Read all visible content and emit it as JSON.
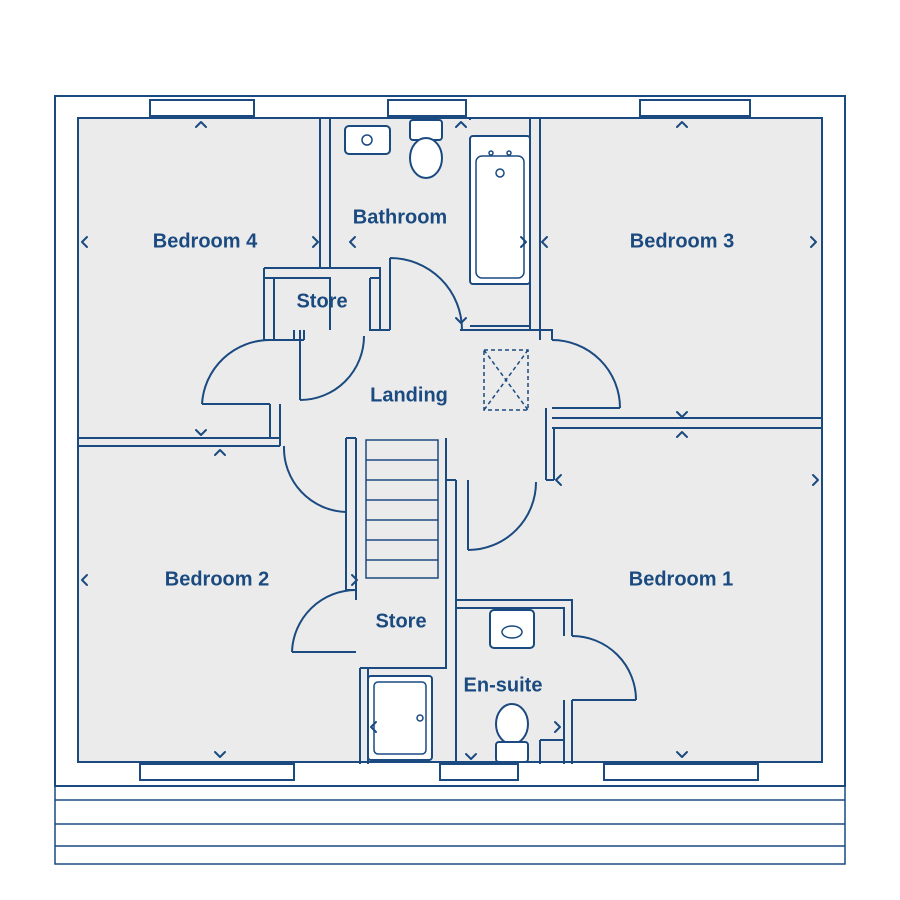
{
  "colors": {
    "line": "#1a4a80",
    "floor": "#ebebeb",
    "background": "#ffffff"
  },
  "rooms": {
    "bedroom4": "Bedroom 4",
    "bathroom": "Bathroom",
    "bedroom3": "Bedroom 3",
    "store_upper": "Store",
    "landing": "Landing",
    "bedroom2": "Bedroom 2",
    "bedroom1": "Bedroom 1",
    "store_lower": "Store",
    "ensuite": "En-suite"
  }
}
